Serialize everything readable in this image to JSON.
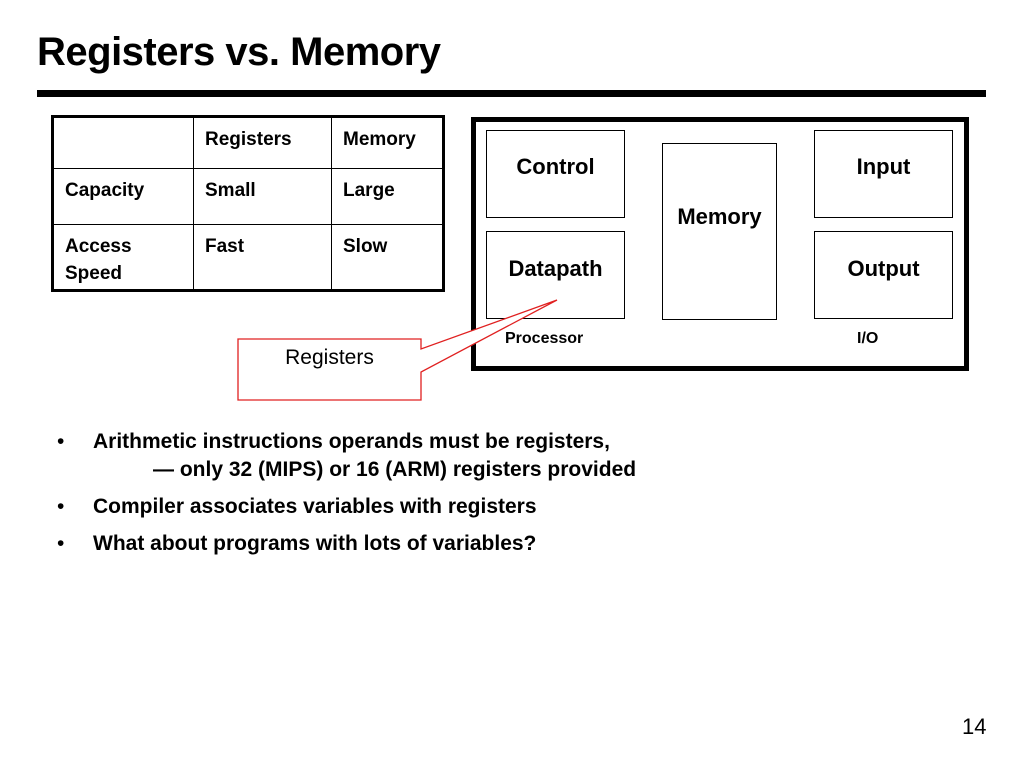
{
  "slide": {
    "title": "Registers vs. Memory",
    "page_number": "14"
  },
  "table": {
    "header": [
      "",
      "Registers",
      "Memory"
    ],
    "rows": [
      [
        "Capacity",
        "Small",
        "Large"
      ],
      [
        "Access Speed",
        "Fast",
        "Slow"
      ]
    ]
  },
  "diagram": {
    "boxes": {
      "control": "Control",
      "datapath": "Datapath",
      "memory": "Memory",
      "input": "Input",
      "output": "Output"
    },
    "labels": {
      "processor": "Processor",
      "io": "I/O"
    }
  },
  "callout": {
    "text": "Registers",
    "color": "#e02020"
  },
  "bullets": [
    {
      "text": "Arithmetic instructions operands must be registers,",
      "sub": "— only 32 (MIPS) or 16 (ARM) registers provided"
    },
    {
      "text": "Compiler associates variables with registers"
    },
    {
      "text": "What about programs with lots of variables?"
    }
  ]
}
